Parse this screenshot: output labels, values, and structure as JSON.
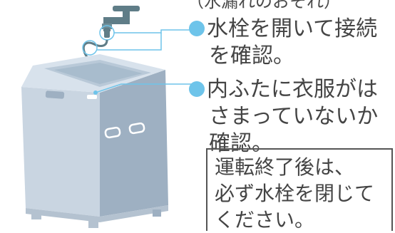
{
  "top_note": "（水漏れのおそれ）",
  "checks": [
    {
      "lines": [
        "水栓を開いて接続",
        "を確認。"
      ]
    },
    {
      "lines": [
        "内ふたに衣服がは",
        "さまっていないか",
        "確認。"
      ]
    }
  ],
  "notice": {
    "lines": [
      "運転終了後は、",
      "必ず水栓を閉じて",
      "ください。"
    ]
  },
  "colors": {
    "accent": "#6ec4ea",
    "machine_body": "#c9d5e1",
    "machine_side": "#9eb0c2",
    "faucet": "#5f7d87"
  }
}
